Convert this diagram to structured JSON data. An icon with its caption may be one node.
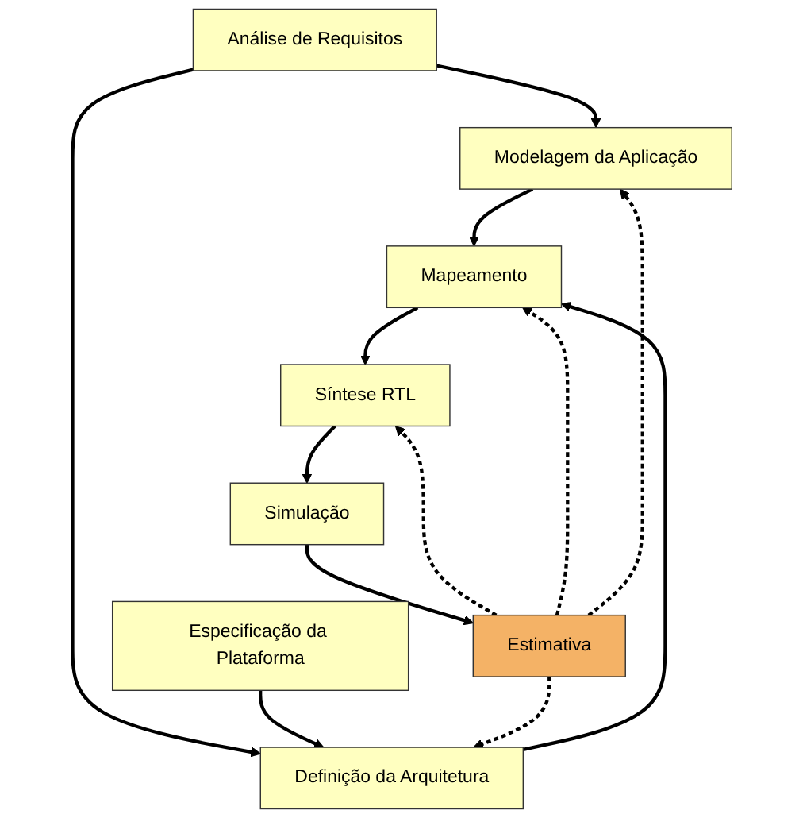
{
  "diagram": {
    "nodes": [
      {
        "text": [
          "Análise de Requisitos"
        ]
      },
      {
        "text": [
          "Especificação da Plataforma"
        ]
      },
      {
        "text": [
          "Modelagem da Aplicação"
        ]
      },
      {
        "text": [
          "Definição da Arquitetura"
        ]
      },
      {
        "text": [
          "Mapeamento"
        ]
      },
      {
        "text": [
          "Síntese RTL"
        ]
      },
      {
        "text": [
          "Simulação"
        ]
      },
      {
        "text": [
          "Estimativa"
        ]
      }
    ],
    "edges": [
      {
        "from": 0,
        "to": 2,
        "arrow": "to"
      },
      {
        "from": 0,
        "to": 3,
        "arrow": "to"
      },
      {
        "from": 1,
        "to": 3,
        "arrow": "to"
      },
      {
        "from": 2,
        "to": 4,
        "arrow": "to"
      },
      {
        "from": 3,
        "to": 4,
        "arrow": "to"
      },
      {
        "from": 4,
        "to": 5,
        "arrow": "to"
      },
      {
        "from": 5,
        "to": 6,
        "arrow": "to"
      },
      {
        "from": 6,
        "to": 7,
        "arrow": "to"
      },
      {
        "from": 7,
        "to": 5,
        "arrow": "to",
        "style": "dashed"
      },
      {
        "from": 7,
        "to": 4,
        "arrow": "to",
        "style": "dashed"
      },
      {
        "from": 7,
        "to": 3,
        "arrow": "to",
        "style": "dashed"
      },
      {
        "from": 7,
        "to": 2,
        "arrow": "to",
        "style": "dashed"
      }
    ]
  }
}
